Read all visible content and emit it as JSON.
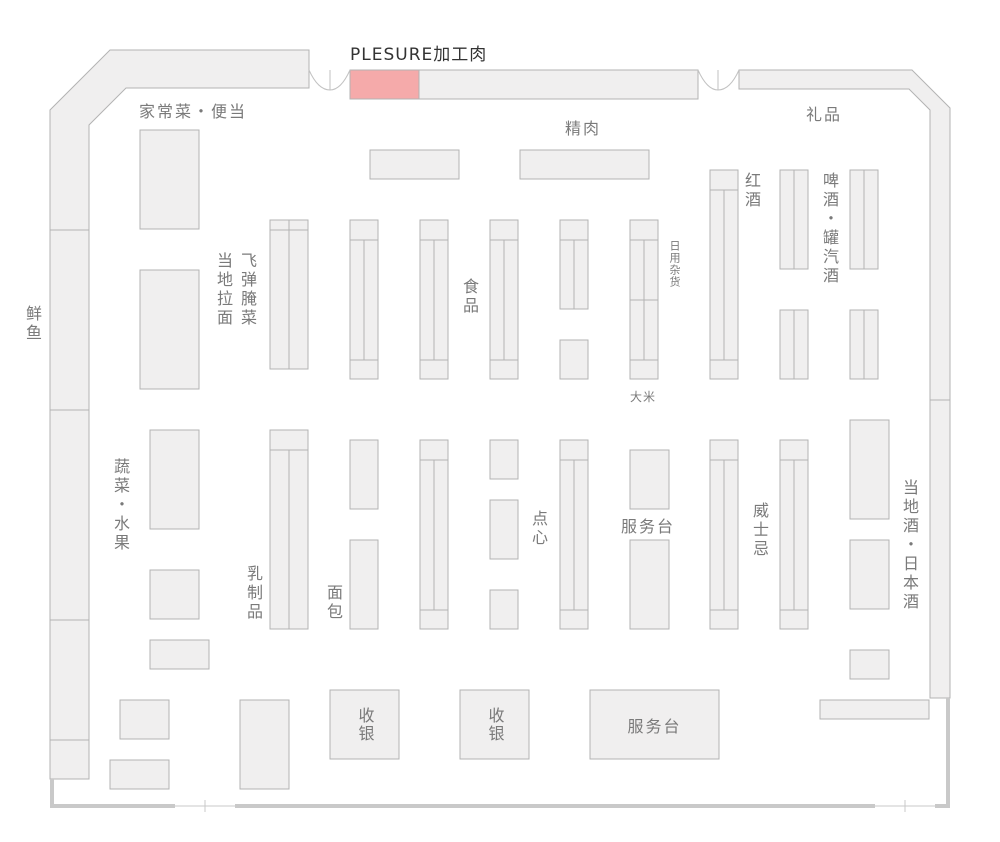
{
  "highlight": {
    "label": "PLESURE加工肉",
    "color": "#f5aaaa"
  },
  "colors": {
    "shelf_fill": "#f0efef",
    "shelf_stroke": "#b3b3b3",
    "wall": "#c9c9c9"
  },
  "sections": {
    "home_dish": "家常菜・便当",
    "fine_meat": "精肉",
    "gifts": "礼品",
    "fresh_fish": "鲜鱼",
    "local_noodles": "当地拉面",
    "feidan_pickles": "飞弹腌菜",
    "food": "食品",
    "daily_goods": "日用杂货",
    "rice": "大米",
    "red_wine": "红酒",
    "beer_soda": "啤酒・罐汽酒",
    "vegetables_fruit": "蔬菜・水果",
    "dairy": "乳制品",
    "bread": "面包",
    "snacks": "点心",
    "service_desk_middle": "服务台",
    "whisky": "威士忌",
    "local_sake": "当地酒・日本酒",
    "checkout_1": "收银",
    "checkout_2": "收银",
    "service_desk_bottom": "服务台"
  }
}
